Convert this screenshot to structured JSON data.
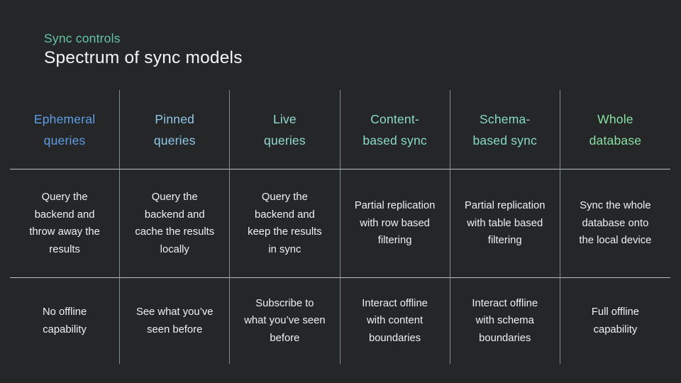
{
  "slide": {
    "kicker": "Sync controls",
    "kicker_color": "#65c5a2",
    "title": "Spectrum of sync models"
  },
  "table": {
    "columns": [
      {
        "header": "Ephemeral\nqueries",
        "header_color": "#5f9de4",
        "description": "Query the\nbackend and\nthrow away the\nresults",
        "offline": "No offline\ncapability"
      },
      {
        "header": "Pinned\nqueries",
        "header_color": "#92c8e9",
        "description": "Query the\nbackend and\ncache the results\nlocally",
        "offline": "See what you’ve\nseen before"
      },
      {
        "header": "Live\nqueries",
        "header_color": "#93dcd2",
        "description": "Query the\nbackend and\nkeep the results\nin sync",
        "offline": "Subscribe to\nwhat you’ve seen\nbefore"
      },
      {
        "header": "Content-\nbased sync",
        "header_color": "#8bdcc8",
        "description": "Partial replication\nwith row based\nfiltering",
        "offline": "Interact offline\nwith content\nboundaries"
      },
      {
        "header": "Schema-\nbased sync",
        "header_color": "#86dcbe",
        "description": "Partial replication\nwith table based\nfiltering",
        "offline": "Interact offline\nwith schema\nboundaries"
      },
      {
        "header": "Whole\ndatabase",
        "header_color": "#88dfa4",
        "description": "Sync the whole\ndatabase onto\nthe local device",
        "offline": "Full offline\ncapability"
      }
    ]
  }
}
